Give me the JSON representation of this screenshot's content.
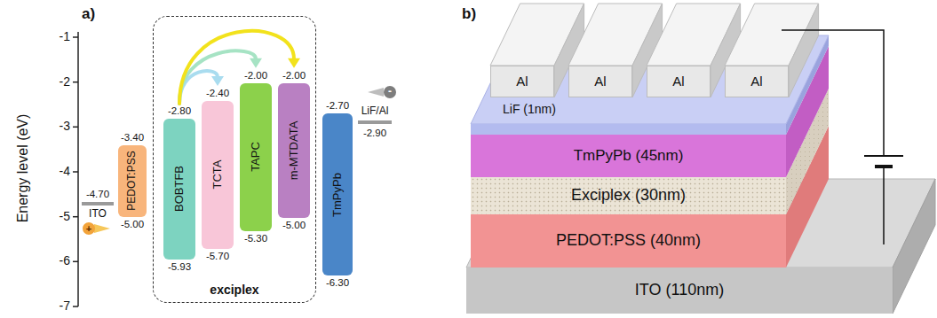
{
  "diagram": {
    "nodes": [
      {
        "text": [
          "PEDOT:PSS",
          "-3.40",
          "-5.00"
        ]
      },
      {
        "text": [
          "exciplex"
        ]
      },
      {
        "text": [
          "BOBTFB",
          "-2.80",
          "-5.93"
        ],
        "in": 1
      },
      {
        "text": [
          "TCTA",
          "-2.40",
          "-5.70"
        ],
        "in": 1
      },
      {
        "text": [
          "TAPC",
          "-2.00",
          "-5.30"
        ],
        "in": 1
      },
      {
        "text": [
          "m-MTDATA",
          "-2.00",
          "-5.00"
        ],
        "in": 1
      },
      {
        "text": [
          "TmPyPb",
          "-2.70",
          "-6.30"
        ]
      },
      {
        "text": [
          "Al"
        ]
      },
      {
        "text": [
          "Al"
        ]
      },
      {
        "text": [
          "Al"
        ]
      },
      {
        "text": [
          "Al"
        ]
      },
      {
        "text": [
          "LiF (1nm)"
        ]
      },
      {
        "text": [
          "TmPyPb (45nm)"
        ]
      },
      {
        "text": [
          "Exciplex (30nm)"
        ]
      },
      {
        "text": [
          "PEDOT:PSS (40nm)"
        ]
      },
      {
        "text": [
          "ITO (110nm)"
        ]
      }
    ],
    "edges": [
      {
        "from": 2,
        "to": 3,
        "arrow": "to"
      },
      {
        "from": 2,
        "to": 4,
        "arrow": "to"
      },
      {
        "from": 2,
        "to": 5,
        "arrow": "to"
      }
    ],
    "labels": [
      "a)",
      "b)",
      "-1",
      "-2",
      "-3",
      "-4",
      "-5",
      "-6",
      "-7",
      "Energy level (eV)",
      "-4.70",
      "ITO",
      "+",
      "LiF/Al",
      "-2.90",
      "-"
    ]
  }
}
